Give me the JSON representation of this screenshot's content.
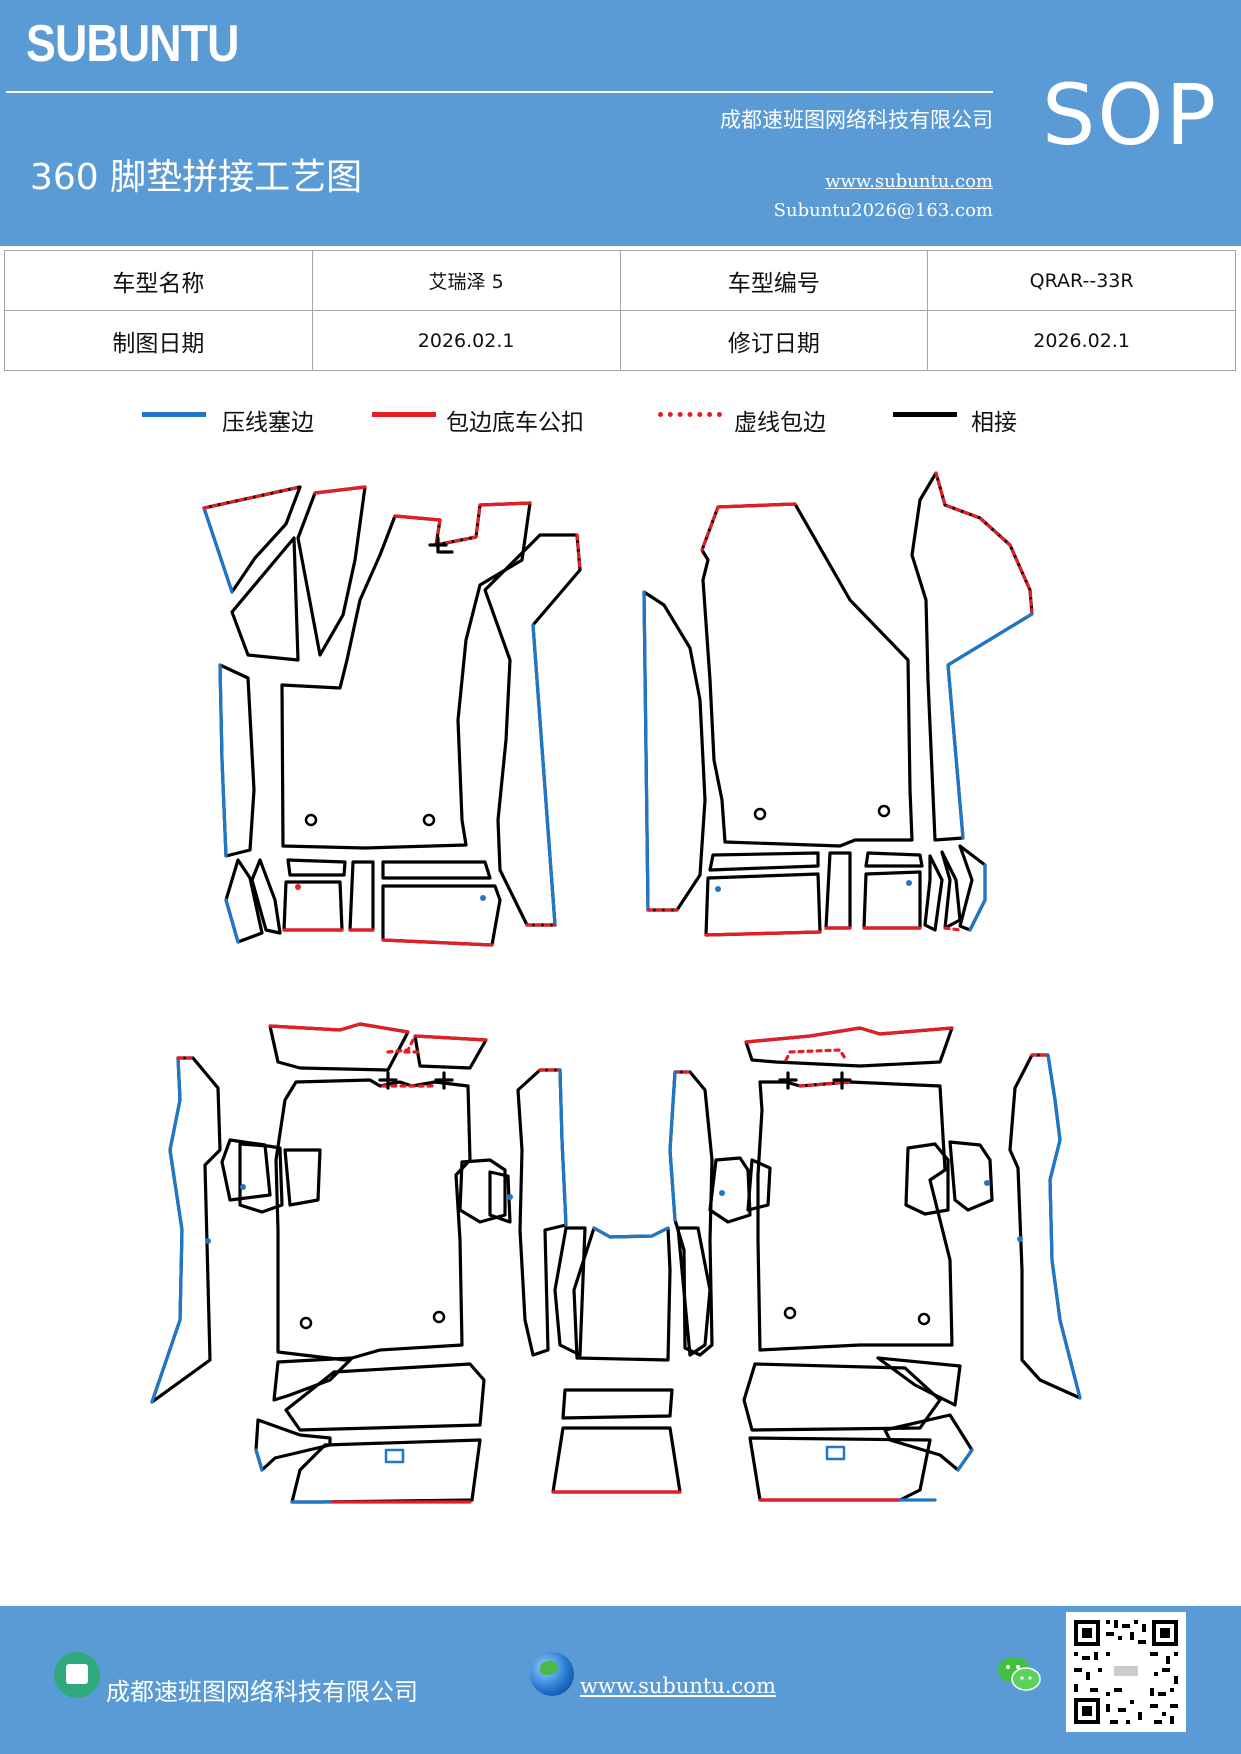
{
  "header": {
    "brand": "SUBUNTU",
    "doc_type": "SOP",
    "title": "360 脚垫拼接工艺图",
    "company": "成都速班图网络科技有限公司",
    "website": "www.subuntu.com",
    "email": "Subuntu2026@163.com",
    "color": "#5b9bd5"
  },
  "info_table": {
    "model_name_label": "车型名称",
    "model_name": "艾瑞泽 5",
    "model_code_label": "车型编号",
    "model_code": "QRAR--33R",
    "draw_date_label": "制图日期",
    "draw_date": "2026.02.1",
    "revise_date_label": "修订日期",
    "revise_date": "2026.02.1"
  },
  "legend": [
    {
      "label": "压线塞边",
      "color": "#1f77c8",
      "style": "solid"
    },
    {
      "label": "包边底车公扣",
      "color": "#e31e24",
      "style": "solid"
    },
    {
      "label": "虚线包边",
      "color": "#e31e24",
      "style": "dotted"
    },
    {
      "label": "相接",
      "color": "#000000",
      "style": "solid"
    }
  ],
  "footer": {
    "company": "成都速班图网络科技有限公司",
    "website": "www.subuntu.com ",
    "building_icon": "building-icon",
    "globe_icon": "globe-icon",
    "wechat_icon": "wechat-icon",
    "qr_code": "qr-code"
  }
}
